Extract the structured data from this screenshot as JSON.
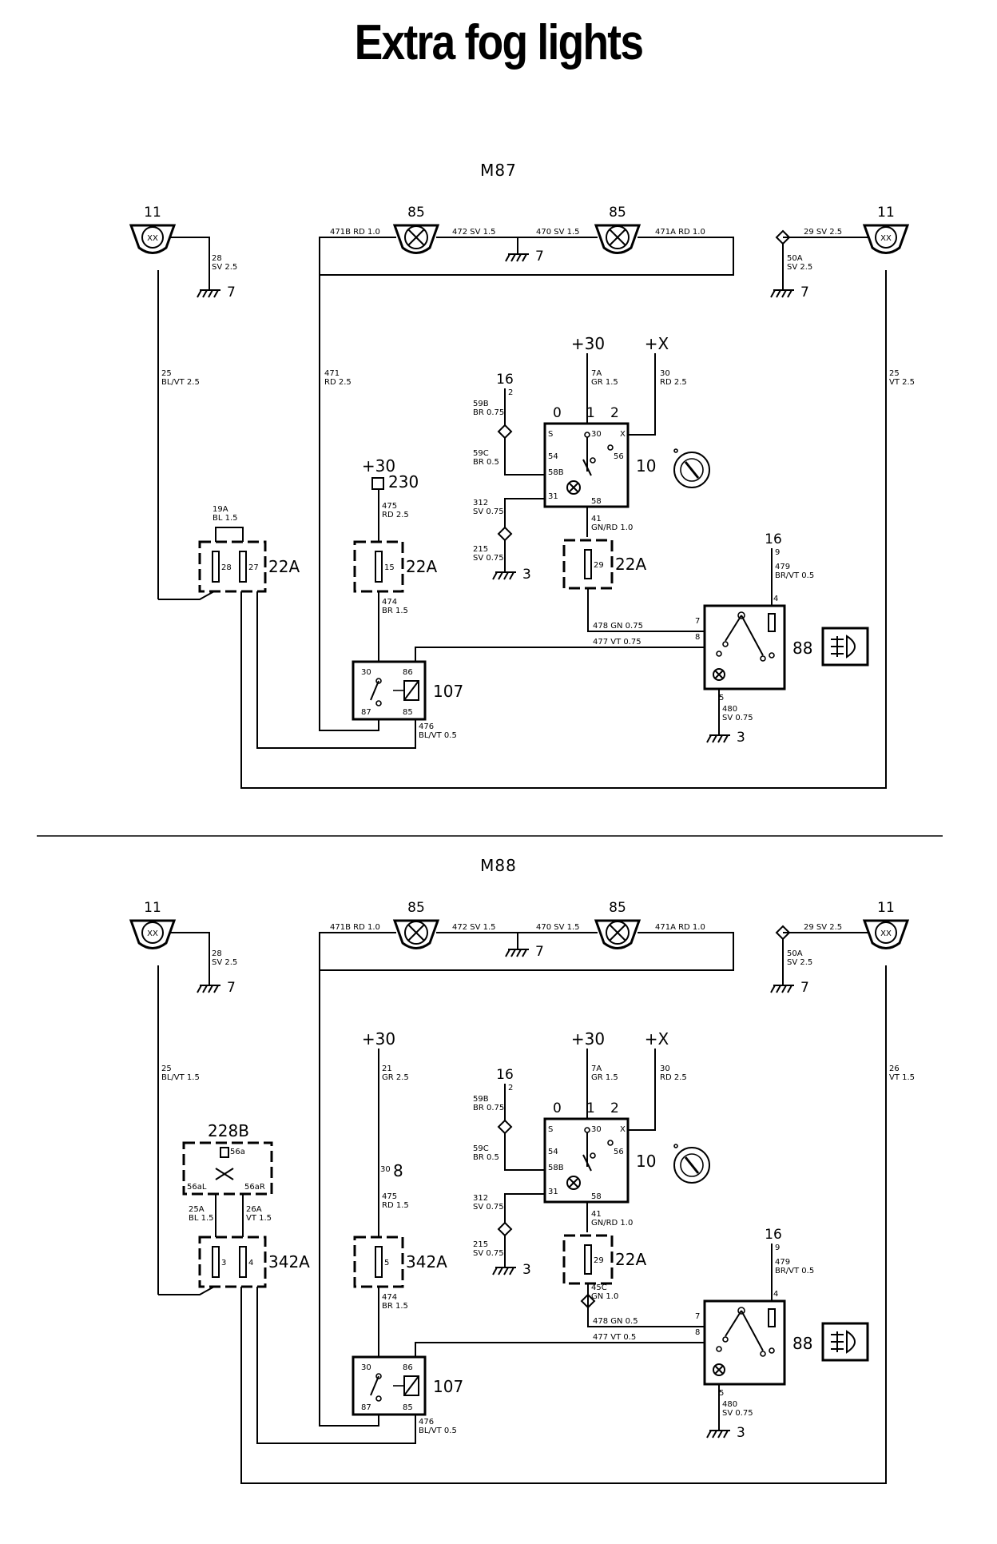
{
  "title": "Extra fog lights",
  "diagram": {
    "sections": [
      {
        "id": "m87",
        "heading": "M87",
        "components": {
          "lamp_left": "11",
          "lamp_left_text": "XX",
          "lamp_right": "11",
          "lamp_right_text": "XX",
          "fog_left": "85",
          "fog_right": "85",
          "fuse_left_box": "22A",
          "fuse_a": "28",
          "fuse_b": "27",
          "fuse_mid_box": "22A",
          "fuse_mid": "15",
          "fuse_sw_box": "22A",
          "fuse_sw": "29",
          "switch": "10",
          "relay": "107",
          "foglight_switch": "88"
        },
        "terminals": {
          "plus30_main": "+30",
          "plusx": "+X",
          "plus30_relay": "+30",
          "supply_230": "230",
          "s": "S",
          "t30": "30",
          "x": "X",
          "t54": "54",
          "t56": "56",
          "t58b": "58B",
          "t31": "31",
          "t58": "58",
          "pos0": "0",
          "pos1": "1",
          "pos2": "2",
          "r30": "30",
          "r86": "86",
          "r87": "87",
          "r85": "85",
          "s7": "7",
          "s8": "8",
          "s4": "4",
          "s9": "9",
          "s5": "5",
          "n16": "16",
          "n2": "2"
        },
        "grounds": {
          "g1": "7",
          "g2": "7",
          "g3": "7",
          "g4": "3",
          "g5": "3"
        },
        "wires": {
          "w28": "28",
          "w28s": "SV 2.5",
          "w471b": "471B RD 1.0",
          "w472": "472 SV 1.5",
          "w470": "470 SV 1.5",
          "w471a": "471A RD 1.0",
          "w29": "29 SV 2.5",
          "w50a": "50A",
          "w50as": "SV 2.5",
          "w25": "25",
          "w25s": "BL/VT 2.5",
          "w471": "471",
          "w471s": "RD 2.5",
          "w7a": "7A",
          "w7as": "GR 1.5",
          "w30": "30",
          "w30s": "RD 2.5",
          "w26": "25",
          "w26s": "VT 2.5",
          "w59b": "59B",
          "w59bs": "BR 0.75",
          "w59c": "59C",
          "w59cs": "BR 0.5",
          "w312": "312",
          "w312s": "SV 0.75",
          "w215": "215",
          "w215s": "SV 0.75",
          "w41": "41",
          "w41s": "GN/RD 1.0",
          "w19a": "19A",
          "w19as": "BL 1.5",
          "w475": "475",
          "w475s": "RD 2.5",
          "w474": "474",
          "w474s": "BR 1.5",
          "w479": "479",
          "w479s": "BR/VT 0.5",
          "w478": "478 GN 0.75",
          "w477": "477 VT 0.75",
          "w476": "476",
          "w476s": "BL/VT 0.5",
          "w480": "480",
          "w480s": "SV 0.75"
        }
      },
      {
        "id": "m88",
        "heading": "M88",
        "components": {
          "lamp_left": "11",
          "lamp_left_text": "XX",
          "lamp_right": "11",
          "lamp_right_text": "XX",
          "fog_left": "85",
          "fog_right": "85",
          "fuse_left_box": "342A",
          "fuse_a": "3",
          "fuse_b": "4",
          "fuse_mid_box": "342A",
          "fuse_mid": "5",
          "fuse_sw_box": "22A",
          "fuse_sw": "29",
          "switch": "10",
          "relay": "107",
          "foglight_switch": "88",
          "switch228b": "228B"
        },
        "terminals": {
          "plus30_main": "+30",
          "plusx": "+X",
          "plus30_relay": "+30",
          "s": "S",
          "t30": "30",
          "x": "X",
          "t54": "54",
          "t56": "56",
          "t58b": "58B",
          "t31": "31",
          "t58": "58",
          "pos0": "0",
          "pos1": "1",
          "pos2": "2",
          "r30": "30",
          "r86": "86",
          "r87": "87",
          "r85": "85",
          "s7": "7",
          "s8": "8",
          "s4": "4",
          "s9": "9",
          "s5": "5",
          "n16": "16",
          "n2": "2",
          "t56a": "56a",
          "t56al": "56aL",
          "t56ar": "56aR",
          "c30": "30",
          "c8": "8"
        },
        "grounds": {
          "g1": "7",
          "g2": "7",
          "g3": "7",
          "g4": "3",
          "g5": "3"
        },
        "wires": {
          "w28": "28",
          "w28s": "SV 2.5",
          "w471b": "471B RD 1.0",
          "w472": "472 SV 1.5",
          "w470": "470 SV 1.5",
          "w471a": "471A RD 1.0",
          "w29": "29 SV 2.5",
          "w50a": "50A",
          "w50as": "SV 2.5",
          "w25": "25",
          "w25s": "BL/VT 1.5",
          "w21": "21",
          "w21s": "GR 2.5",
          "w7a": "7A",
          "w7as": "GR 1.5",
          "w30": "30",
          "w30s": "RD 2.5",
          "w26": "26",
          "w26s": "VT 1.5",
          "w59b": "59B",
          "w59bs": "BR 0.75",
          "w59c": "59C",
          "w59cs": "BR 0.5",
          "w312": "312",
          "w312s": "SV 0.75",
          "w215": "215",
          "w215s": "SV 0.75",
          "w41": "41",
          "w41s": "GN/RD 1.0",
          "w25a": "25A",
          "w25as": "BL 1.5",
          "w26a": "26A",
          "w26as": "VT 1.5",
          "w475": "475",
          "w475s": "RD 1.5",
          "w474": "474",
          "w474s": "BR 1.5",
          "w45c": "45C",
          "w45cs": "GN 1.0",
          "w479": "479",
          "w479s": "BR/VT 0.5",
          "w478": "478 GN 0.5",
          "w477": "477 VT 0.5",
          "w476": "476",
          "w476s": "BL/VT 0.5",
          "w480": "480",
          "w480s": "SV 0.75"
        }
      }
    ]
  }
}
